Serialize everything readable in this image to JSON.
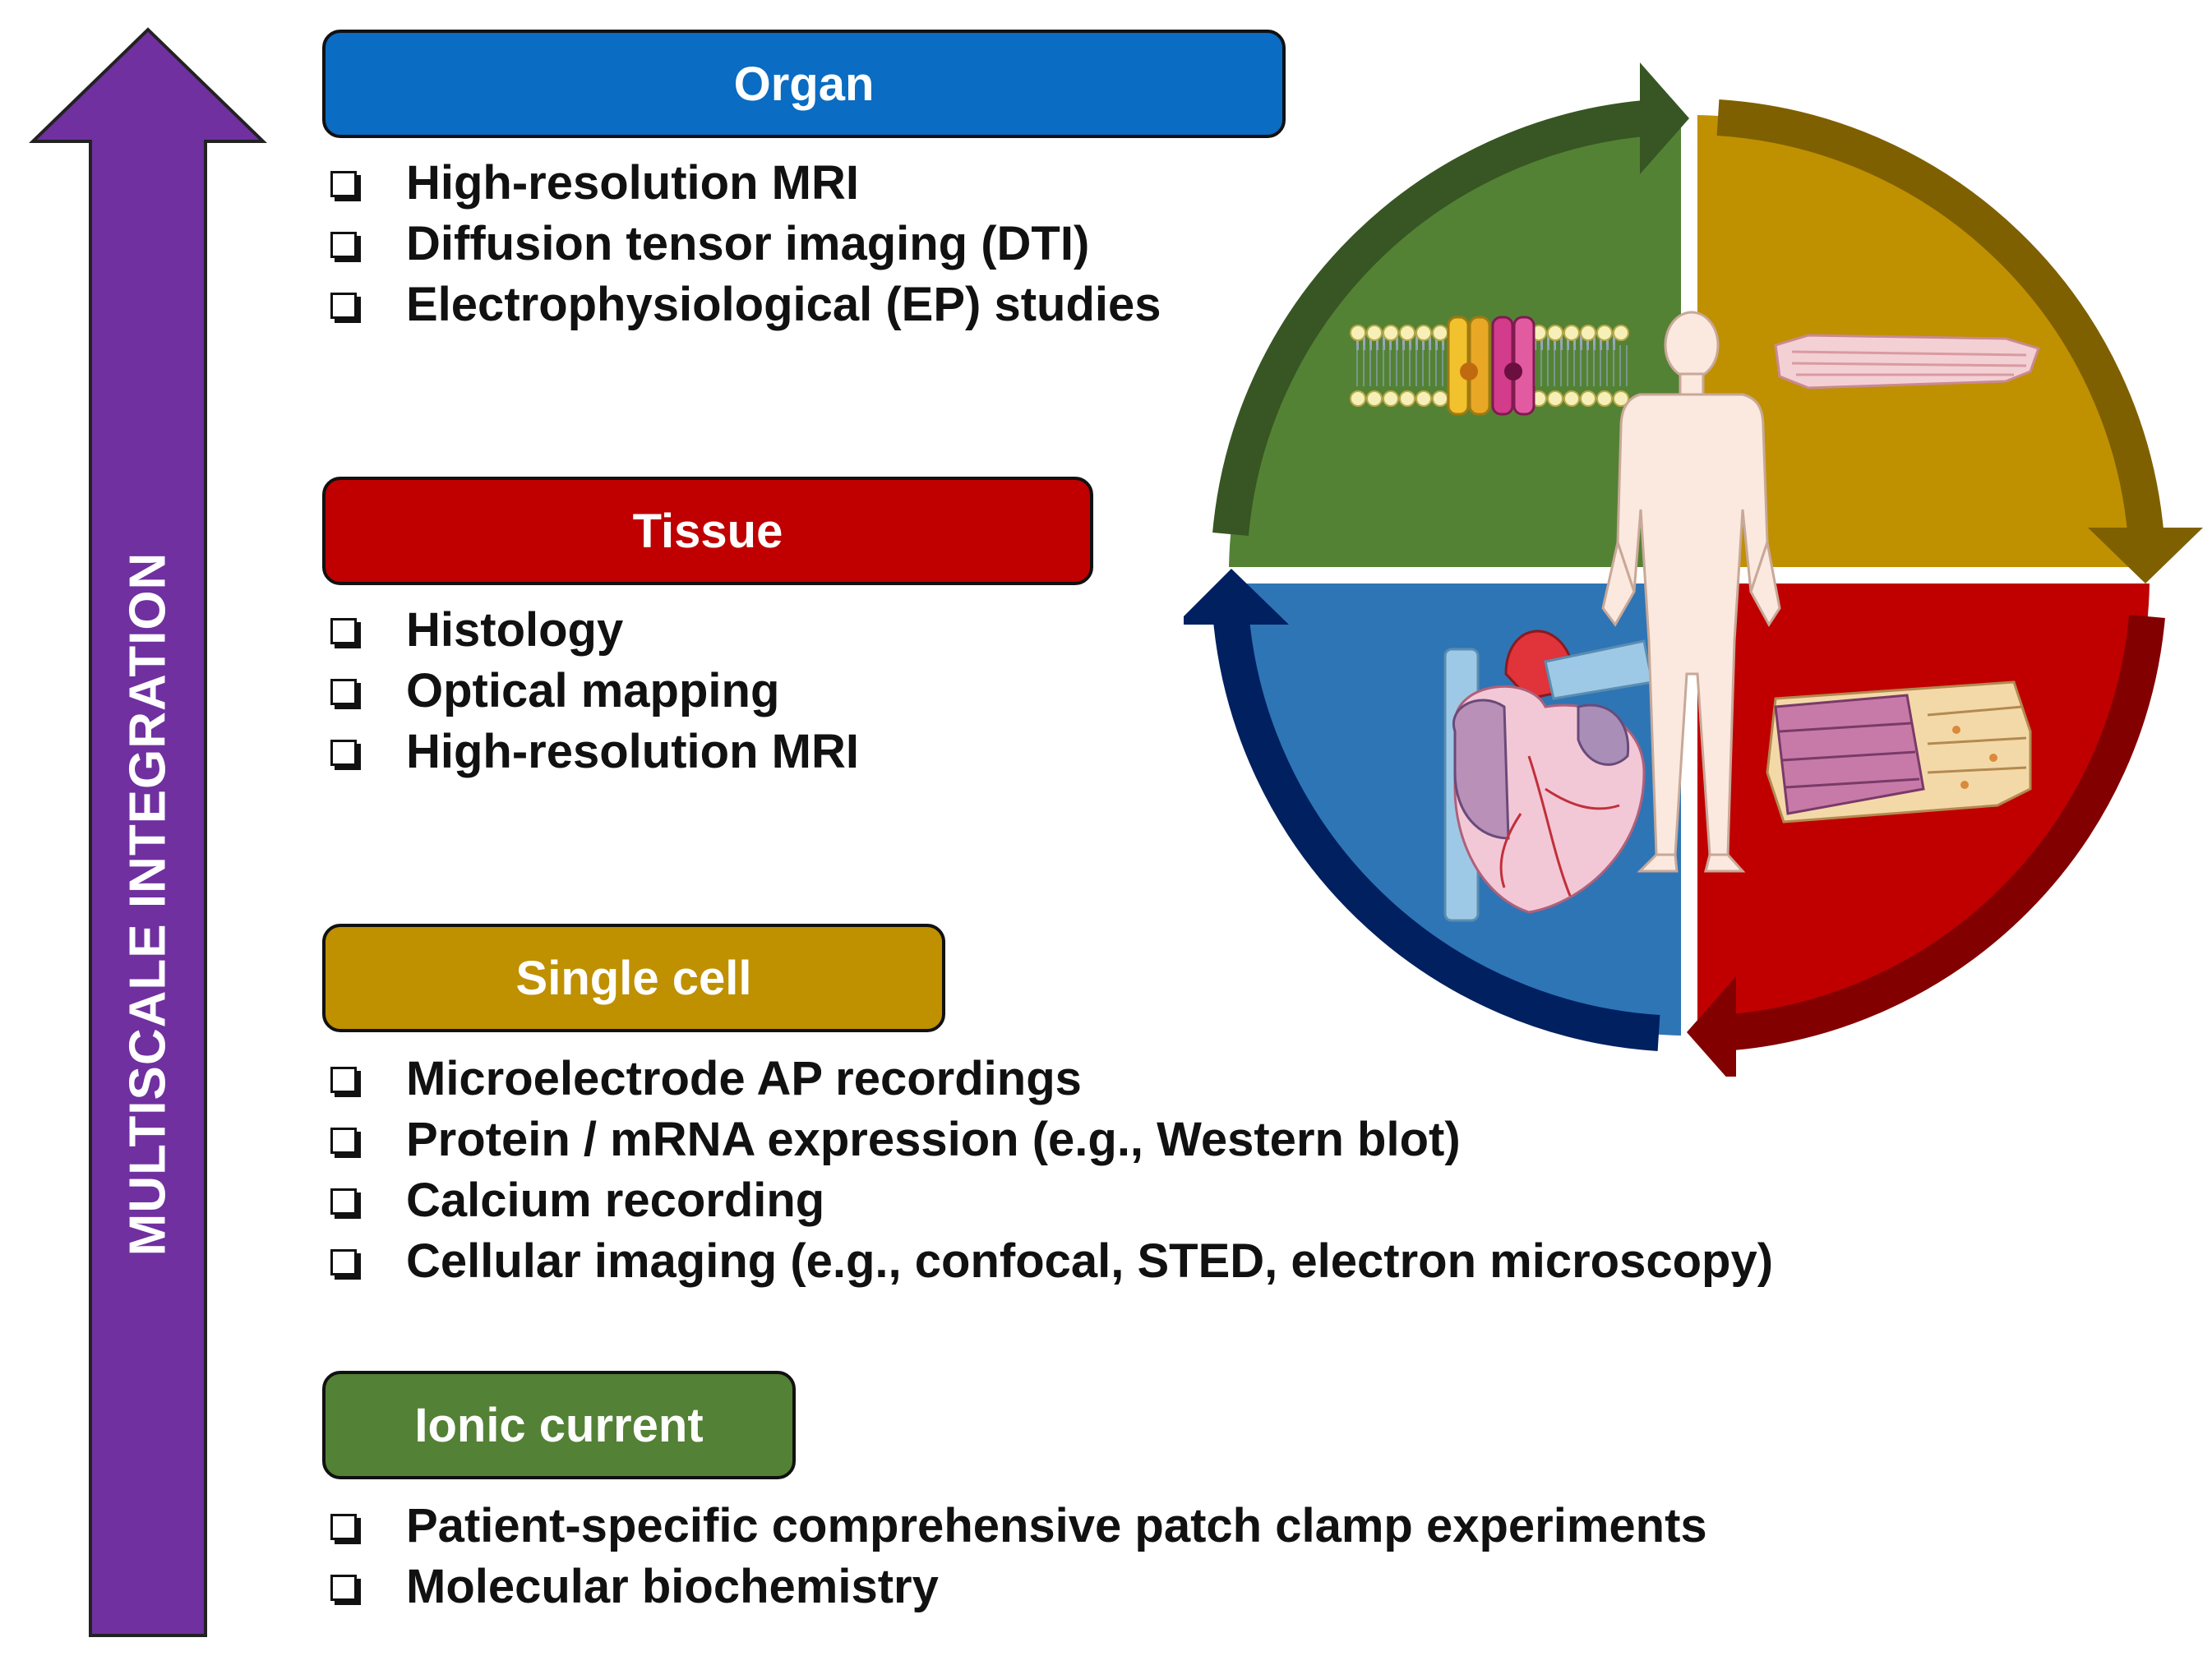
{
  "arrow": {
    "label": "MULTISCALE INTEGRATION",
    "color": "#7030a0"
  },
  "levels": [
    {
      "title": "Organ",
      "color": "#0a6cc2",
      "methods": [
        "High-resolution MRI",
        "Diffusion tensor imaging (DTI)",
        "Electrophysiological (EP) studies"
      ]
    },
    {
      "title": "Tissue",
      "color": "#c00000",
      "methods": [
        "Histology",
        "Optical mapping",
        "High-resolution MRI"
      ]
    },
    {
      "title": "Single cell",
      "color": "#bf9000",
      "methods": [
        "Microelectrode AP recordings",
        "Protein / mRNA expression (e.g., Western blot)",
        "Calcium recording",
        "Cellular imaging (e.g., confocal, STED, electron microscopy)"
      ]
    },
    {
      "title": "Ionic current",
      "color": "#538135",
      "methods": [
        "Patient-specific comprehensive patch clamp experiments",
        "Molecular biochemistry"
      ]
    }
  ],
  "cycle": {
    "quadrants": [
      {
        "position": "top-left",
        "color": "#548235",
        "arrow_color": "#375623",
        "icon": "ion-channel-membrane-icon"
      },
      {
        "position": "top-right",
        "color": "#bf9000",
        "arrow_color": "#7f6000",
        "icon": "cardiomyocyte-cell-icon"
      },
      {
        "position": "bottom-right",
        "color": "#c00000",
        "arrow_color": "#820000",
        "icon": "cardiac-tissue-icon"
      },
      {
        "position": "bottom-left",
        "color": "#2e75b6",
        "arrow_color": "#002060",
        "icon": "heart-organ-icon"
      }
    ],
    "center_icon": "human-body-icon"
  }
}
